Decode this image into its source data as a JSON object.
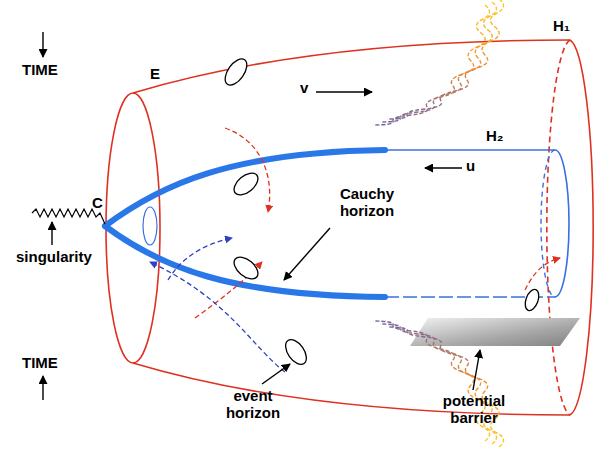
{
  "diagram": {
    "labels": [
      "TIME",
      "E",
      "C",
      "singularity",
      "Cauchy horizon",
      "event horizon",
      "potential barrier",
      "TIME",
      "v",
      "u",
      "H₁",
      "H₂"
    ]
  }
}
